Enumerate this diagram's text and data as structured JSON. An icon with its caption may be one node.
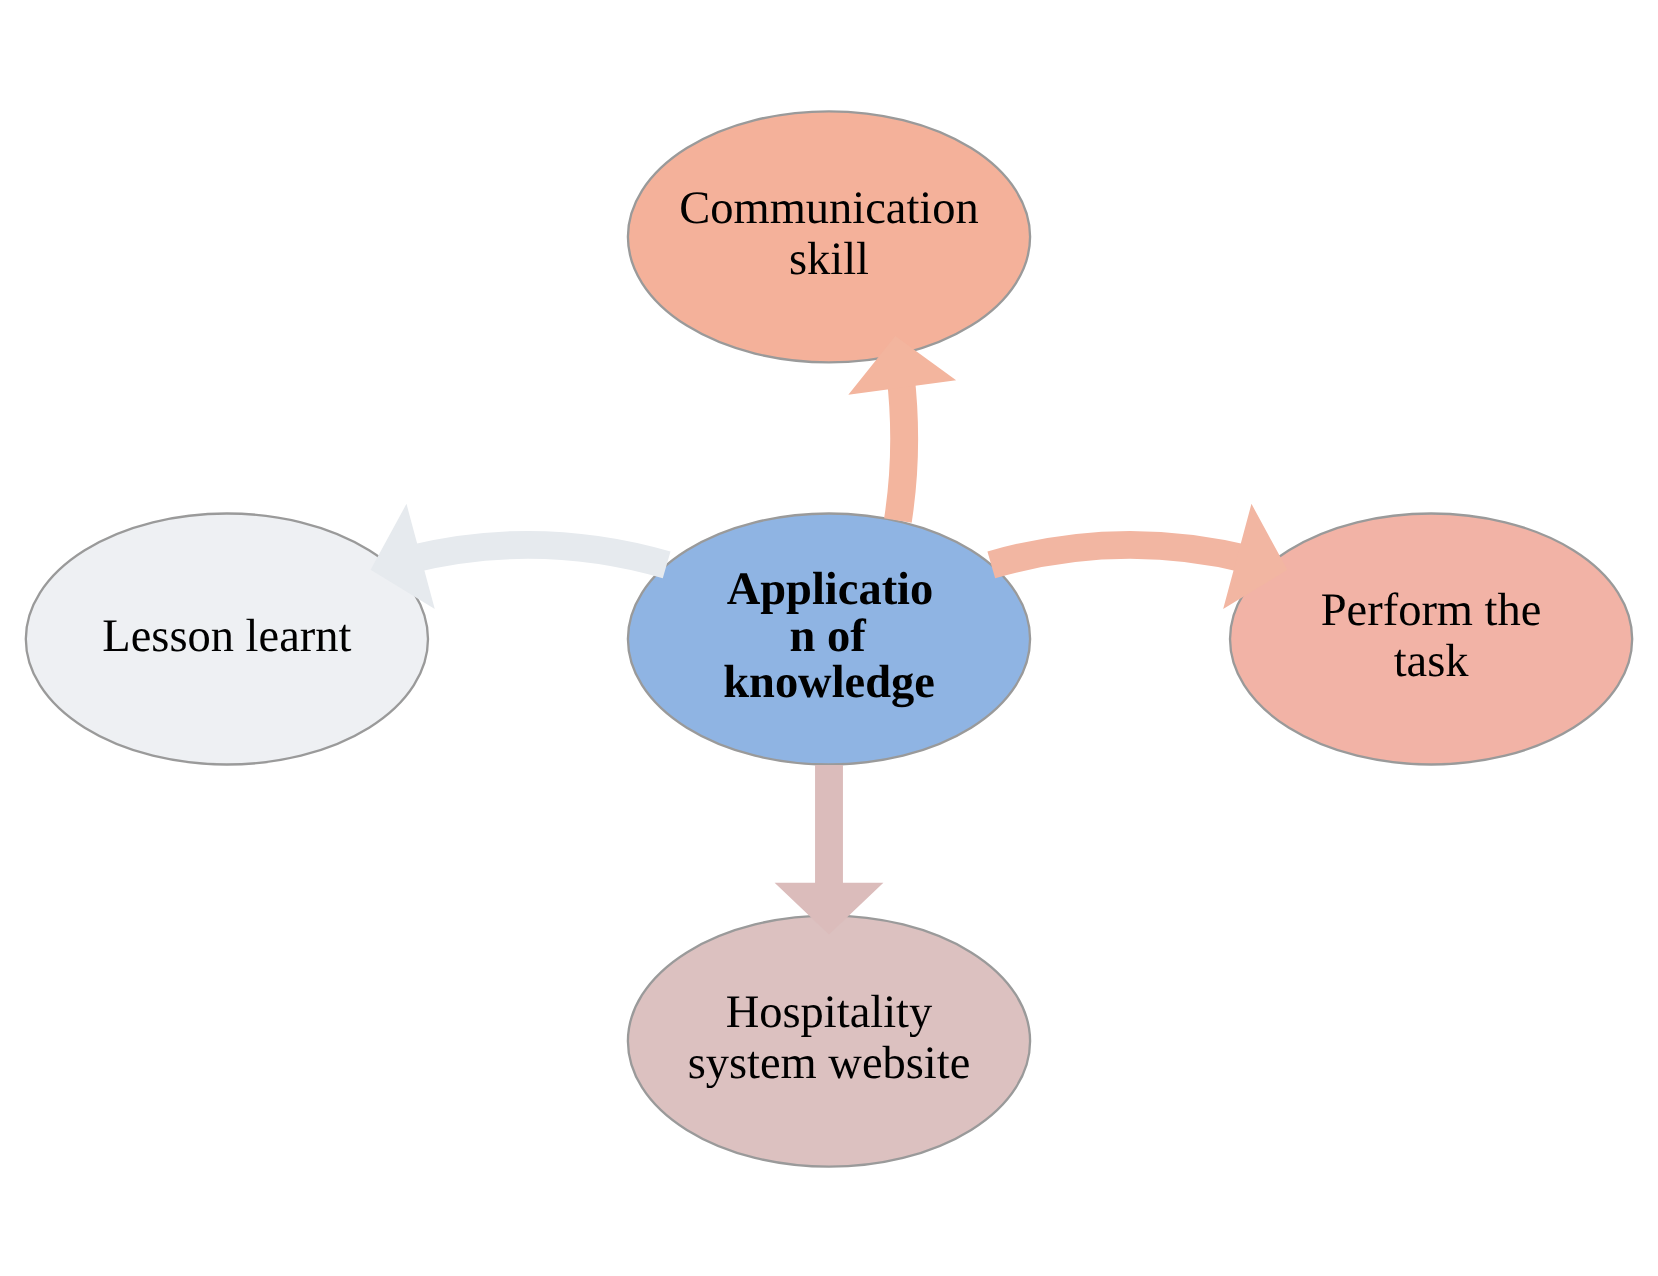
{
  "diagram": {
    "nodes": [
      {
        "text": [
          "Applicatio n of knowledge"
        ]
      },
      {
        "text": [
          "Communication skill"
        ]
      },
      {
        "text": [
          "Perform the task"
        ]
      },
      {
        "text": [
          "Hospitality system website"
        ]
      },
      {
        "text": [
          "Lesson learnt"
        ]
      }
    ],
    "edges": [
      {
        "from": 0,
        "to": 1,
        "arrow": "to",
        "color": "#f3b59e"
      },
      {
        "from": 0,
        "to": 2,
        "arrow": "to",
        "color": "#f2b6a2"
      },
      {
        "from": 0,
        "to": 3,
        "arrow": "to",
        "color": "#dbbcbb"
      },
      {
        "from": 0,
        "to": 4,
        "arrow": "to",
        "color": "#e6eaee"
      }
    ]
  }
}
